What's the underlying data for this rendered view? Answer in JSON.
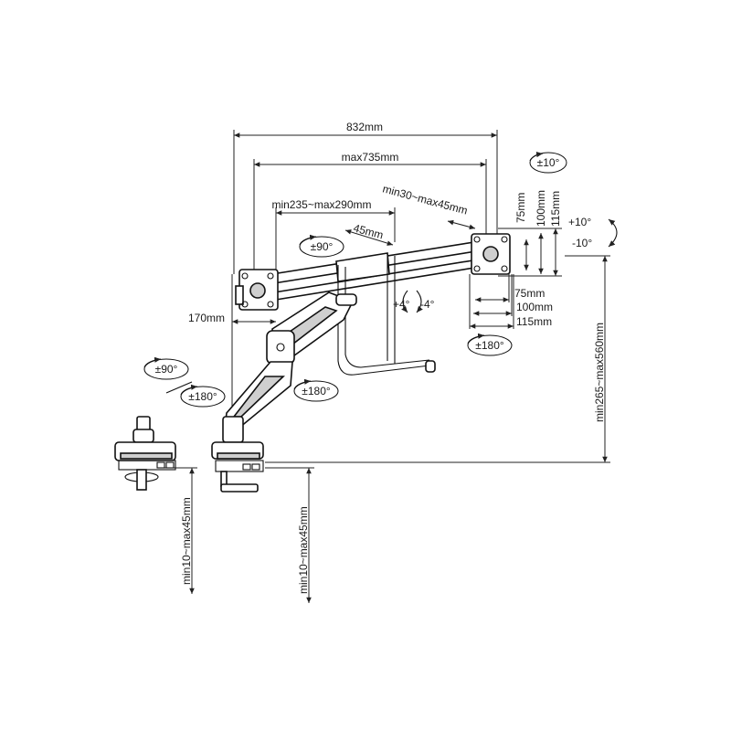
{
  "dimensions": {
    "overall_width": "832mm",
    "arm_span": "max735mm",
    "pole_width": "min235~max290mm",
    "tilt_arm": "min30~max45mm",
    "offset": "45mm",
    "depth": "170mm",
    "height": "min265~max560mm",
    "clamp_a": "min10~max45mm",
    "clamp_b": "min10~max45mm",
    "vesa_v": [
      "75mm",
      "100mm",
      "115mm"
    ],
    "vesa_h": [
      "75mm",
      "100mm",
      "115mm"
    ]
  },
  "angles": {
    "rotate_top": "±10°",
    "tilt_up": "+10°",
    "tilt_down": "-10°",
    "swivel_head": "±90°",
    "bar_tilt_pos": "+4°",
    "bar_tilt_neg": "-4°",
    "rotate_right": "±180°",
    "rotate_left": "±180°",
    "swivel_left": "±90°",
    "arm_rotate": "±180°"
  }
}
